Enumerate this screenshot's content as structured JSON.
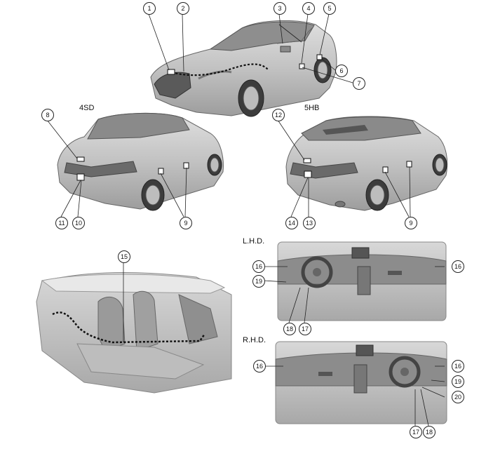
{
  "labels": {
    "sedan": "4SD",
    "hatch": "5HB",
    "lhd": "L.H.D.",
    "rhd": "R.H.D."
  },
  "callouts": {
    "c1": "1",
    "c2": "2",
    "c3": "3",
    "c4": "4",
    "c5": "5",
    "c6": "6",
    "c7": "7",
    "c8": "8",
    "c9a": "9",
    "c9b": "9",
    "c10": "10",
    "c11": "11",
    "c12": "12",
    "c13": "13",
    "c14": "14",
    "c15": "15",
    "c16a": "16",
    "c16b": "16",
    "c16c": "16",
    "c16d": "16",
    "c17a": "17",
    "c17b": "17",
    "c18a": "18",
    "c18b": "18",
    "c19a": "19",
    "c19b": "19",
    "c20": "20"
  },
  "colors": {
    "body": "#c9c9c9",
    "shadow": "#9a9a9a",
    "dark": "#555555",
    "line": "#222222"
  }
}
